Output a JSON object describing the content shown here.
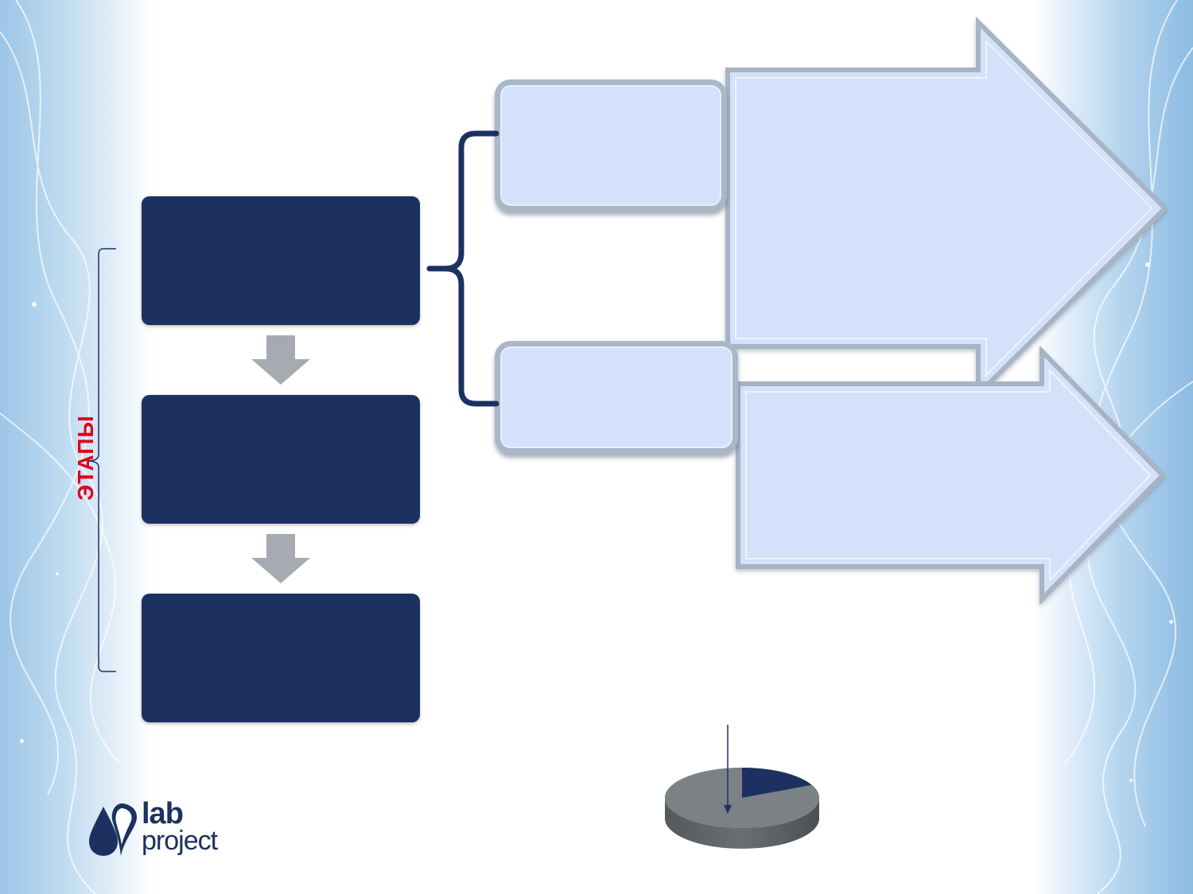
{
  "slide": {
    "vertical_label": "ЭТАПЫ",
    "colors": {
      "stage_fill": "#1c3160",
      "light_fill": "#d3e2fa",
      "arrow_fill": "#d3e2fa",
      "connector_arrow": "#a7aab0",
      "label_red": "#e0001a"
    }
  },
  "stages": [
    {
      "text": ""
    },
    {
      "text": ""
    },
    {
      "text": ""
    }
  ],
  "branches": [
    {
      "text": ""
    },
    {
      "text": ""
    }
  ],
  "big_arrows": [
    {
      "text": ""
    },
    {
      "text": ""
    }
  ],
  "pie": {
    "type": "pie",
    "slices": [
      {
        "value": 18,
        "color": "#1c3160"
      },
      {
        "value": 82,
        "color": "#7b8185"
      }
    ]
  },
  "logo": {
    "line1": "lab",
    "line2": "project"
  }
}
